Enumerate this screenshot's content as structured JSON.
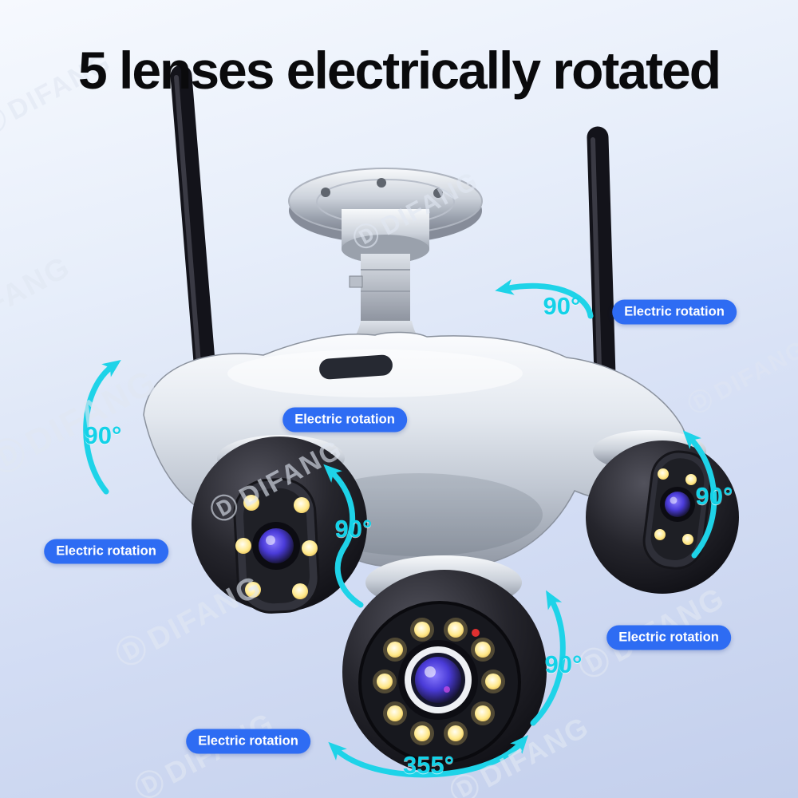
{
  "title": "5 lenses electrically rotated",
  "watermark": {
    "symbol": "Ⓓ",
    "text": "DIFANG"
  },
  "colors": {
    "accent_cyan": "#15d2e8",
    "label_blue": "#2e6cf3",
    "background_top": "#f6f9fe",
    "background_bottom": "#c3cfec",
    "title_color": "#0a0a0c"
  },
  "annotations": {
    "electric_rotation_labels": [
      {
        "position": "top-right",
        "text": "Electric rotation"
      },
      {
        "position": "center",
        "text": "Electric rotation"
      },
      {
        "position": "left",
        "text": "Electric rotation"
      },
      {
        "position": "right-lower",
        "text": "Electric rotation"
      },
      {
        "position": "bottom",
        "text": "Electric rotation"
      }
    ],
    "angle_labels": [
      {
        "position": "top-right",
        "text": "90°"
      },
      {
        "position": "left",
        "text": "90°"
      },
      {
        "position": "right",
        "text": "90°"
      },
      {
        "position": "center",
        "text": "90°"
      },
      {
        "position": "bottom-right",
        "text": "90°"
      },
      {
        "position": "bottom-pan",
        "text": "355°"
      }
    ]
  }
}
